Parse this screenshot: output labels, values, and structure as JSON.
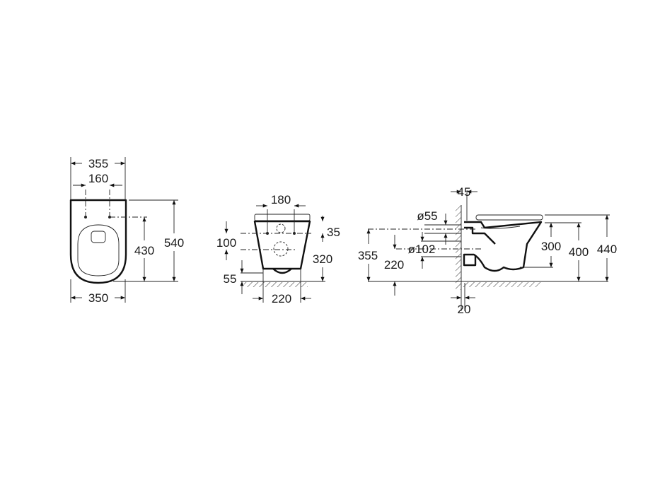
{
  "drawing": {
    "top_view": {
      "overall_width": "355",
      "fixing_spacing": "160",
      "length": "540",
      "fixing_to_front": "430",
      "base_width": "350"
    },
    "front_view": {
      "fixing_spacing": "180",
      "seat_to_fixing": "35",
      "fixing_to_outlet": "100",
      "fixing_height": "320",
      "outlet_height": "55",
      "base_width": "220"
    },
    "side_view": {
      "wall_offset_top": "45",
      "wall_offset_bottom": "20",
      "inlet_diameter": "ø55",
      "outlet_diameter": "ø102",
      "fixing_height": "355",
      "outlet_height": "220",
      "bowl_height": "300",
      "rim_height": "400",
      "seat_height": "440"
    }
  },
  "colors": {
    "line": "#111111",
    "background": "#ffffff"
  }
}
